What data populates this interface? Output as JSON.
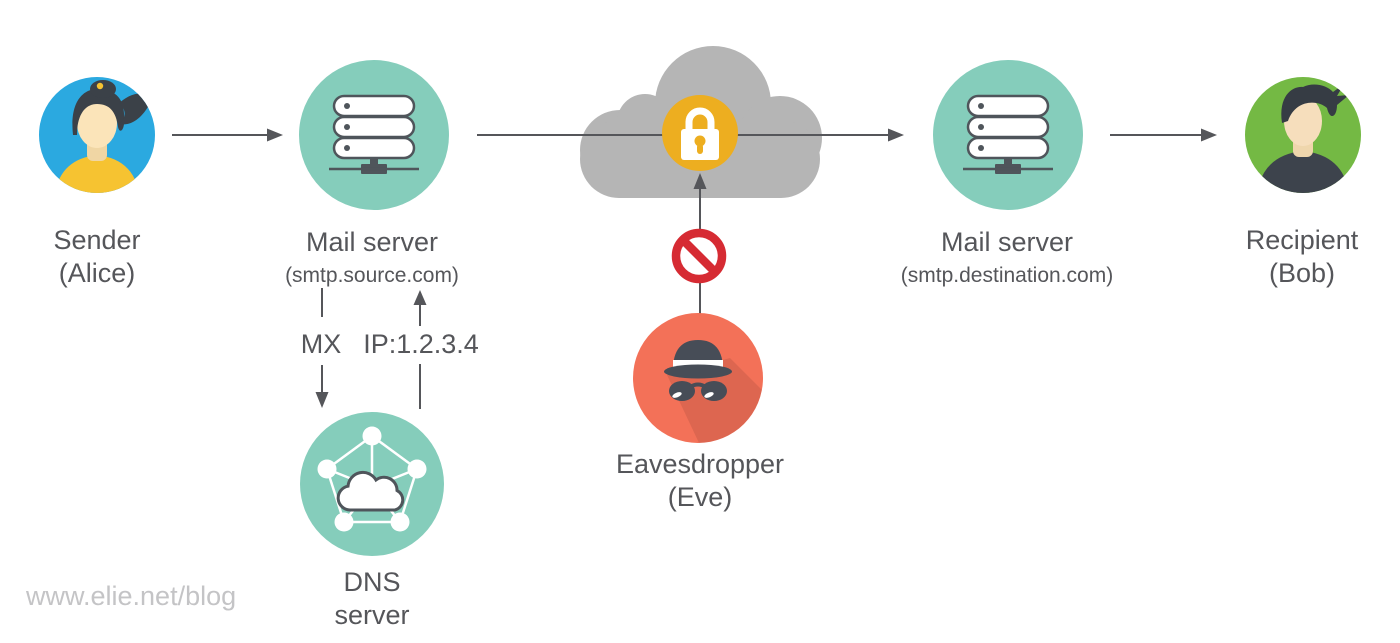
{
  "page": {
    "watermark": "www.elie.net/blog",
    "background": "#ffffff"
  },
  "colors": {
    "teal": "#85cdbb",
    "sender_blue": "#2ba9e0",
    "recipient_green": "#74b944",
    "eavesdropper_coral": "#f37158",
    "lock_gold": "#edae20",
    "prohibition_red": "#d62b33",
    "cloud_gray": "#b5b5b5",
    "line_gray": "#55565a",
    "text_gray": "#55565a",
    "watermark_gray": "#c4c4c6"
  },
  "nodes": {
    "sender": {
      "label": "Sender",
      "sublabel": "(Alice)"
    },
    "mail_server_source": {
      "label": "Mail server",
      "sublabel": "(smtp.source.com)"
    },
    "mail_server_destination": {
      "label": "Mail server",
      "sublabel": "(smtp.destination.com)"
    },
    "recipient": {
      "label": "Recipient",
      "sublabel": "(Bob)"
    },
    "eavesdropper": {
      "label": "Eavesdropper",
      "sublabel": "(Eve)"
    },
    "dns_server": {
      "label": "DNS",
      "sublabel": "server"
    }
  },
  "edges": {
    "mx_label": "MX",
    "ip_label": "IP:1.2.3.4"
  }
}
